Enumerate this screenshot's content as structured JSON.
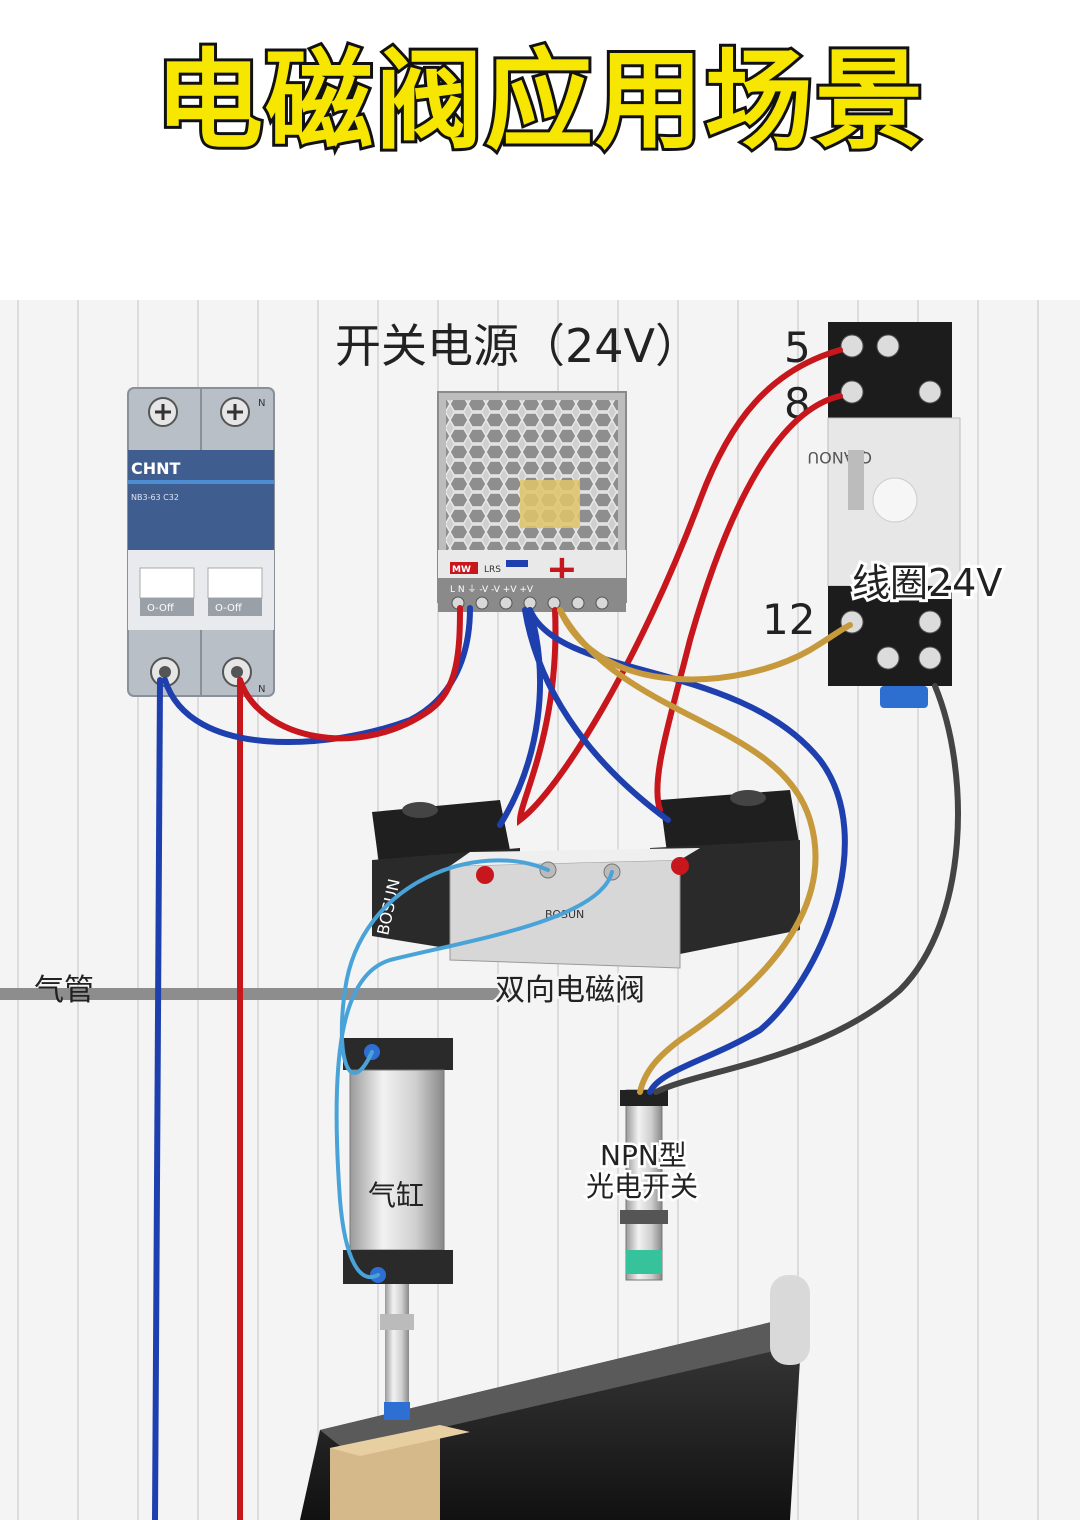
{
  "title": "电磁阀应用场景",
  "labels": {
    "power_supply": "开关电源（24V）",
    "relay_pin_5": "5",
    "relay_pin_8": "8",
    "relay_pin_12": "12",
    "relay_coil": "线圈24V",
    "air_pipe": "气管",
    "valve": "双向电磁阀",
    "sensor_line1": "NPN型",
    "sensor_line2": "光电开关",
    "cylinder": "气缸"
  },
  "device_text": {
    "breaker_brand": "CHNT",
    "breaker_model": "NB3-63   C32",
    "breaker_off_left": "O-Off",
    "breaker_off_right": "O-Off",
    "breaker_n_top": "N",
    "breaker_n_bottom": "N",
    "psu_brand": "MW",
    "psu_model": "LRS",
    "psu_terminals": "L  N  ⏚  -V  -V  +V  +V",
    "psu_minus": "−",
    "psu_plus": "+",
    "relay_brand": "QIANOU",
    "valve_brand": "BOSUN",
    "valve_brand_2": "BOSUN"
  },
  "colors": {
    "title_fill": "#f7e600",
    "title_stroke": "#111111",
    "wire_red": "#c8161d",
    "wire_blue": "#1e3fae",
    "wire_brown": "#c69a3c",
    "wire_black": "#444444",
    "air_tube": "#4aa3d8",
    "background_panel": "#f3f3f3"
  }
}
